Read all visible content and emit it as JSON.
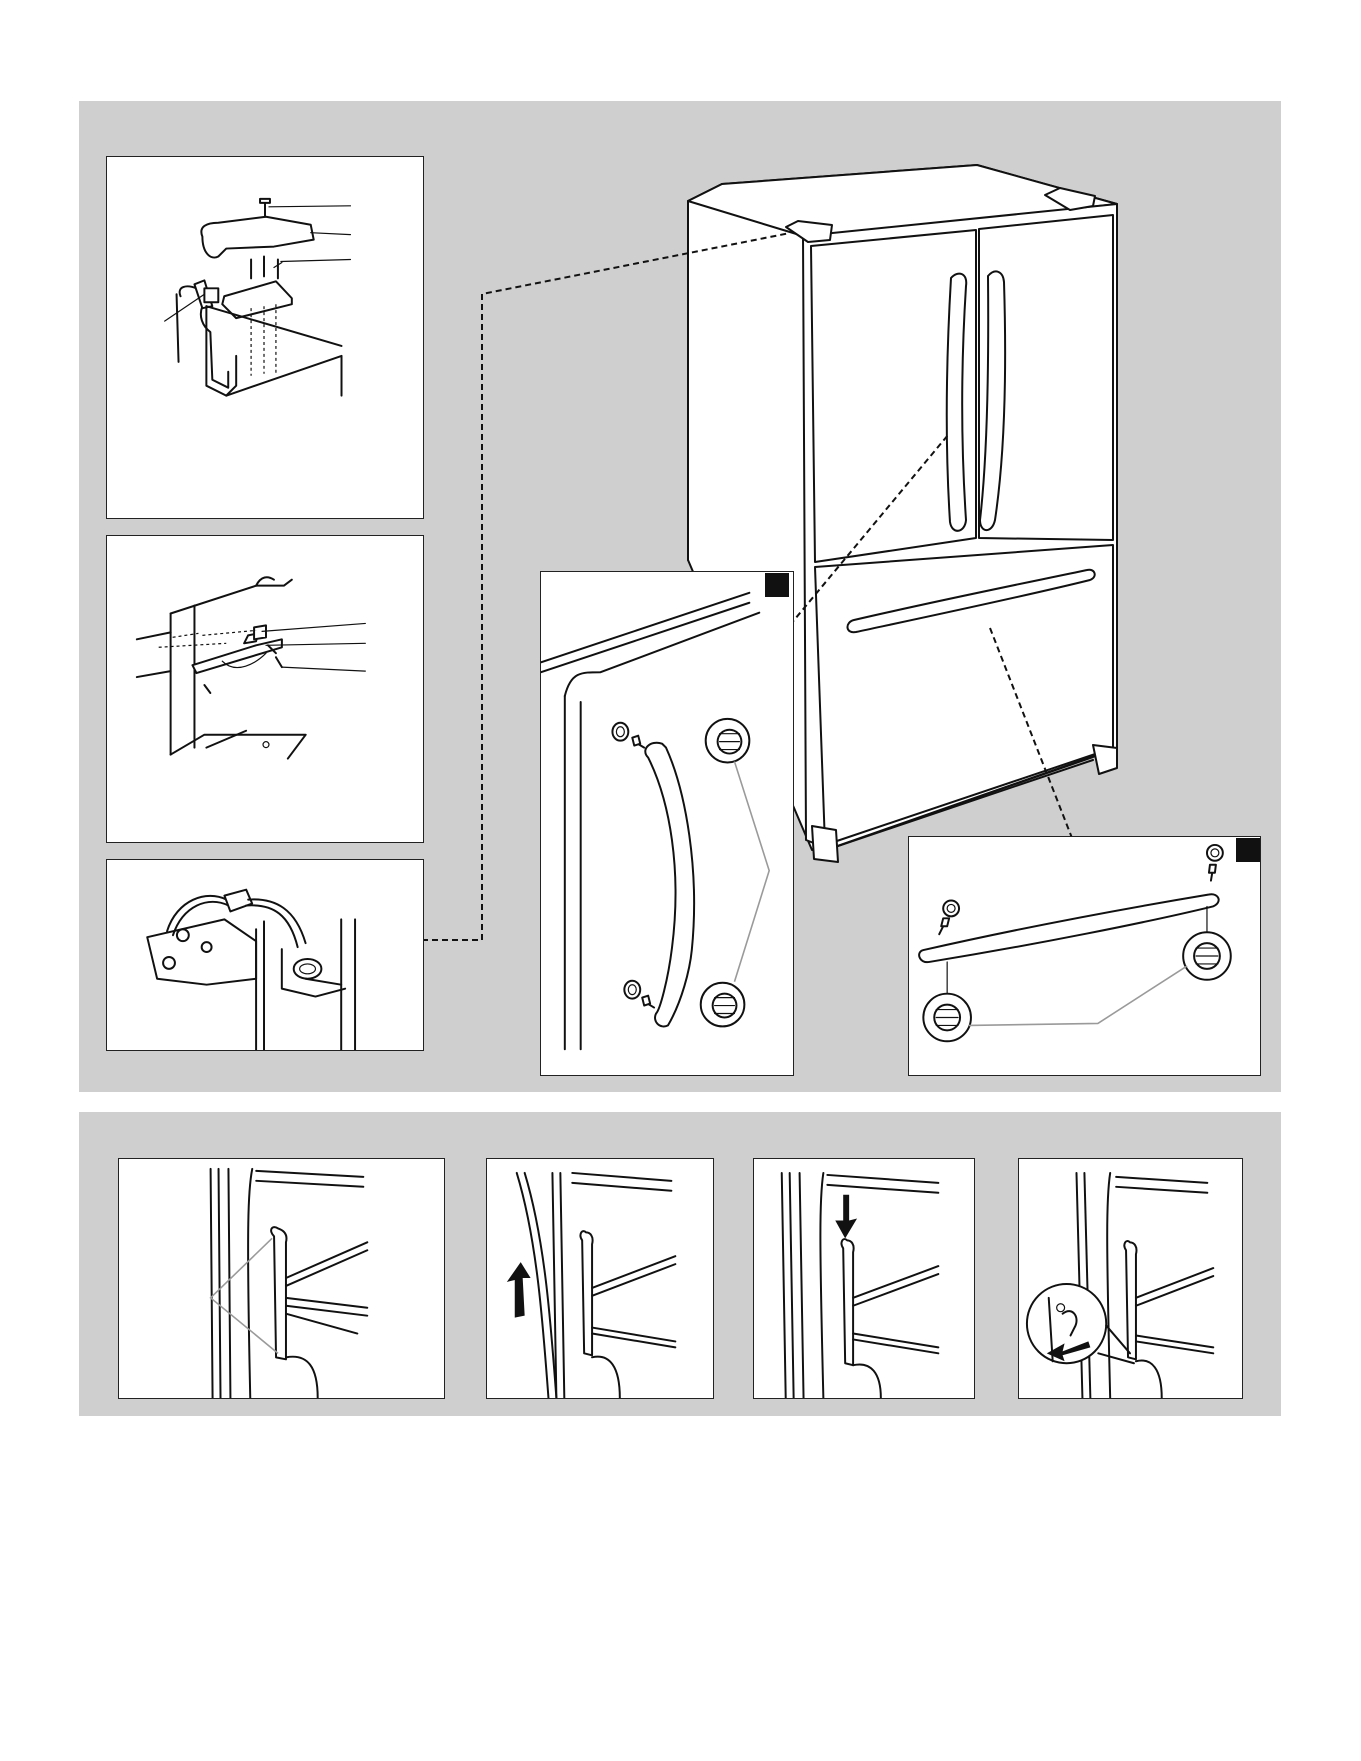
{
  "page": {
    "background": "#ffffff",
    "panel_color": "#cfcfcf"
  },
  "top_section": {
    "fig_hinge_cover": {
      "icon": "hinge-cover-exploded-drawing"
    },
    "fig_hinge_bracket": {
      "icon": "lower-hinge-bracket-drawing"
    },
    "fig_wiring": {
      "icon": "wiring-harness-drawing"
    },
    "main_refrigerator": {
      "icon": "french-door-refrigerator-drawing"
    },
    "fig_door_handle": {
      "icon": "door-handle-mounting-drawing"
    },
    "fig_drawer_handle": {
      "icon": "drawer-handle-mounting-drawing"
    }
  },
  "bottom_section": {
    "steps": [
      {
        "icon": "drawer-rail-hooks-drawing"
      },
      {
        "icon": "lift-drawer-up-drawing"
      },
      {
        "icon": "lower-drawer-onto-hooks-drawing"
      },
      {
        "icon": "secure-drawer-detail-drawing"
      }
    ]
  }
}
